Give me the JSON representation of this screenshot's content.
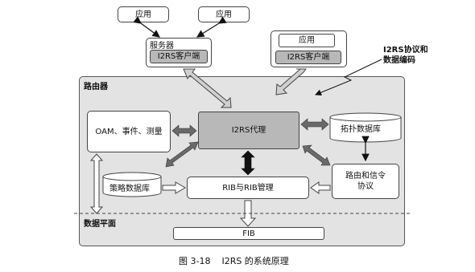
{
  "apps": {
    "left": "应用",
    "right": "应用"
  },
  "server": {
    "title": "服务器",
    "client": "I2RS客户端"
  },
  "right_app_group": {
    "app": "应用",
    "client": "I2RS客户端"
  },
  "protocol_note": "I2RS协议和\n数据编码",
  "router": {
    "title": "路由器",
    "agent": "I2RS代理",
    "oam": "OAM、事件、测量",
    "topology_db": "拓扑数据库",
    "policy_db": "策略数据库",
    "rib_manager": "RIB与RIB管理",
    "routing_protocols": "路由和信令\n协议",
    "data_plane": "数据平面",
    "fib": "FIB"
  },
  "caption": "图 3-18    I2RS 的系统原理"
}
